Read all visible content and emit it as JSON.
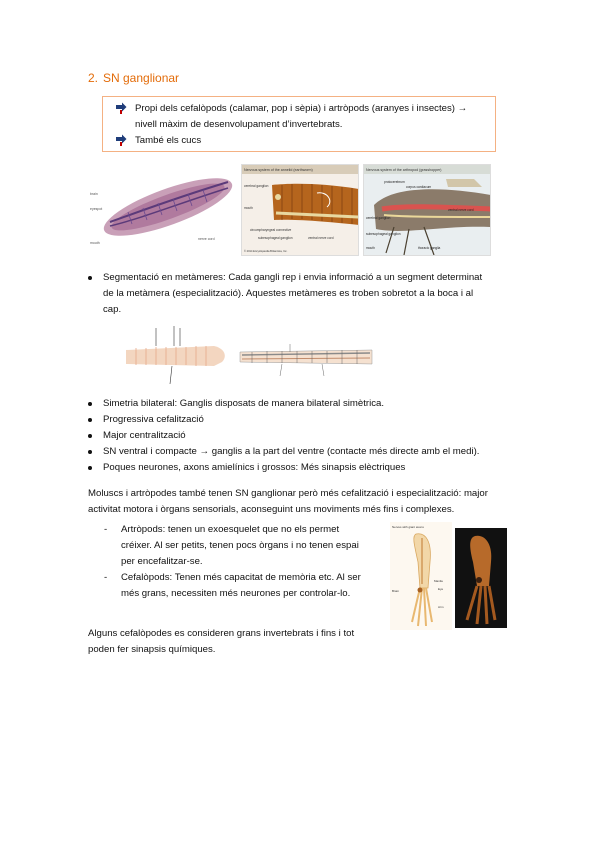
{
  "section": {
    "number": "2.",
    "title": "SN ganglionar"
  },
  "callout": {
    "items": [
      {
        "text_line1": "Propi dels cefalòpods (calamar, pop i sèpia) i artròpods (aranyes i insectes) →",
        "text_line2": "nivell màxim de desenvolupament d’invertebrats."
      },
      {
        "text_line1": "També els cucs",
        "text_line2": ""
      }
    ],
    "bullet_icon": "arrow-bullet-icon",
    "accent_color": "#E36C0A",
    "border_color": "#F4B183"
  },
  "figure_top": {
    "annelid_title": "Nervous system of the annelid (earthworm)",
    "annelid_labels": [
      "cerebral ganglion",
      "mouth",
      "circumpharyngeal connective",
      "subesophageal ganglion",
      "ventral nerve cord"
    ],
    "arthropod_title": "Nervous system of the arthropod (grasshopper)",
    "arthropod_labels": [
      "protocerebrum",
      "corpus cardiacum",
      "ventral nerve cord",
      "cerebral ganglion",
      "subesophageal ganglion",
      "mouth",
      "thoracic ganglia"
    ],
    "copyright": "© 2014 Encyclopædia Britannica, Inc."
  },
  "bullets1": [
    {
      "line1": "Segmentació en metàmeres: Cada gangli rep i envia informació a un segment determinat",
      "line2": "de la metàmera (especialització). Aquestes metàmeres es troben sobretot a la boca i al",
      "line3": "cap."
    }
  ],
  "bullets2": [
    "Simetria bilateral: Ganglis disposats de manera bilateral simètrica.",
    "Progressiva cefalització",
    "Major centralització",
    "SN ventral i compacte → ganglis a la part del ventre (contacte més directe amb el medi).",
    "Poques neurones, axons amielínics i grossos: Més sinapsis elèctriques"
  ],
  "paragraph1": {
    "line1": "Moluscs i artròpodes també tenen SN ganglionar però més cefalització i especialització: major",
    "line2": "activitat motora i òrgans sensorials, aconseguint uns moviments més fins i complexes."
  },
  "dash_items": [
    {
      "line1": "Artròpods: tenen un exoesquelet que no els permet",
      "line2": "créixer. Al ser petits, tenen pocs òrgans i no tenen espai",
      "line3": "per encefalitzar-se."
    },
    {
      "line1": "Cefalòpods: Tenen més capacitat de memòria etc. Al ser",
      "line2": "més grans, necessiten més neurones per controlar-lo.",
      "line3": ""
    }
  ],
  "squid_figure": {
    "labels": [
      "Nerves with giant axons",
      "Mantle",
      "Eye",
      "Brain",
      "Arm"
    ]
  },
  "paragraph2": {
    "line1": "Alguns cefalòpodes es consideren grans invertebrats i fins i tot",
    "line2": "poden fer sinapsis químiques."
  }
}
